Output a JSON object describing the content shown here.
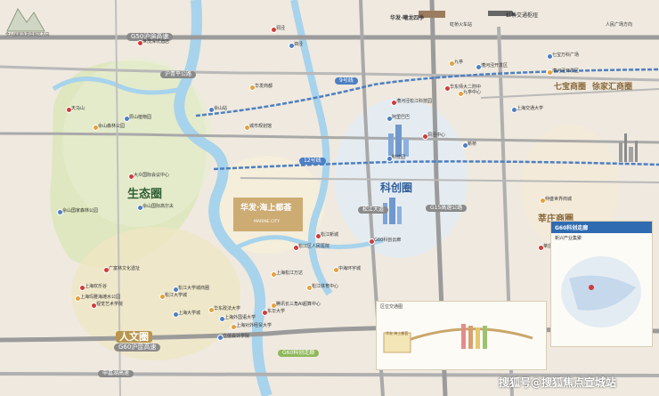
{
  "corner_note": "佘山国家旅游度假区方向",
  "zones": {
    "ecology": "生态圈",
    "innovation": "科创圈",
    "humanities": "人文圈",
    "fengzhuang": "莘庄商圈",
    "qibao": "七宝商圈",
    "xujiahui": "徐家汇商圈"
  },
  "roads": {
    "g50": "G50沪渝高速",
    "g60": "G60沪昆高速",
    "huqing": "沪青平公路",
    "shenjiahu": "申嘉湖高速",
    "g15": "G15高速公路",
    "songjiang": "松江大道",
    "g60corridor": "G60科创走廊"
  },
  "metro": {
    "line9": "9号线",
    "line12": "12号线"
  },
  "project": {
    "name": "华发·海上都荟",
    "subtitle": "MARINE CITY"
  },
  "top_labels": {
    "huafa": "华发·曦龙四季",
    "hongqiao_station": "虹桥火车站",
    "hongqiao_hub": "虹桥交通枢纽",
    "people_square": "人民广场方向"
  },
  "places": [
    "天马山",
    "佘山森林公园",
    "辰山植物园",
    "广富林文化遗址",
    "松江大学城",
    "松江大学城商圈",
    "上海欢乐谷",
    "上海玛雅海滩水公园",
    "佘山国家森林公园",
    "松江新城",
    "九亭",
    "泗泾",
    "洞泾",
    "漕河泾开发区",
    "上海交通大学",
    "松江区人民医院",
    "华东政法大学",
    "上海外国语大学",
    "东华大学",
    "上海对外经贸大学",
    "立信会计学院",
    "视觉艺术学院",
    "华发商都",
    "阿里巴巴",
    "漕河泾松江科技园",
    "上海松江万达",
    "科技园",
    "华东师大二附中",
    "中海环宇城",
    "佘山国际高尔夫",
    "大众国际会议中心",
    "九亭中心",
    "七宝万科广场",
    "莘庄龙之梦",
    "仲盛世界商城",
    "漕河泾开发区",
    "G60科创云廊",
    "腾讯长三角AI超算中心",
    "上海大学城",
    "世茂深坑酒店",
    "松江体育中心",
    "新桥",
    "洞泾中心",
    "城市规划馆",
    "佘山站"
  ],
  "info_panel": {
    "title": "G60科创走廊",
    "lead": "新兴产业集聚"
  },
  "legend_box": {
    "heading": "区位交通图"
  },
  "metro_diagram": {
    "label": "华发·海上都荟"
  },
  "watermark": "搜狐号@搜狐焦点宣城站",
  "colors": {
    "river": "#a7d3ec",
    "greenzone": "#d9e6b6",
    "road": "#8d8d8d",
    "metro": "#4d7fc3",
    "project": "#c9a66b"
  }
}
